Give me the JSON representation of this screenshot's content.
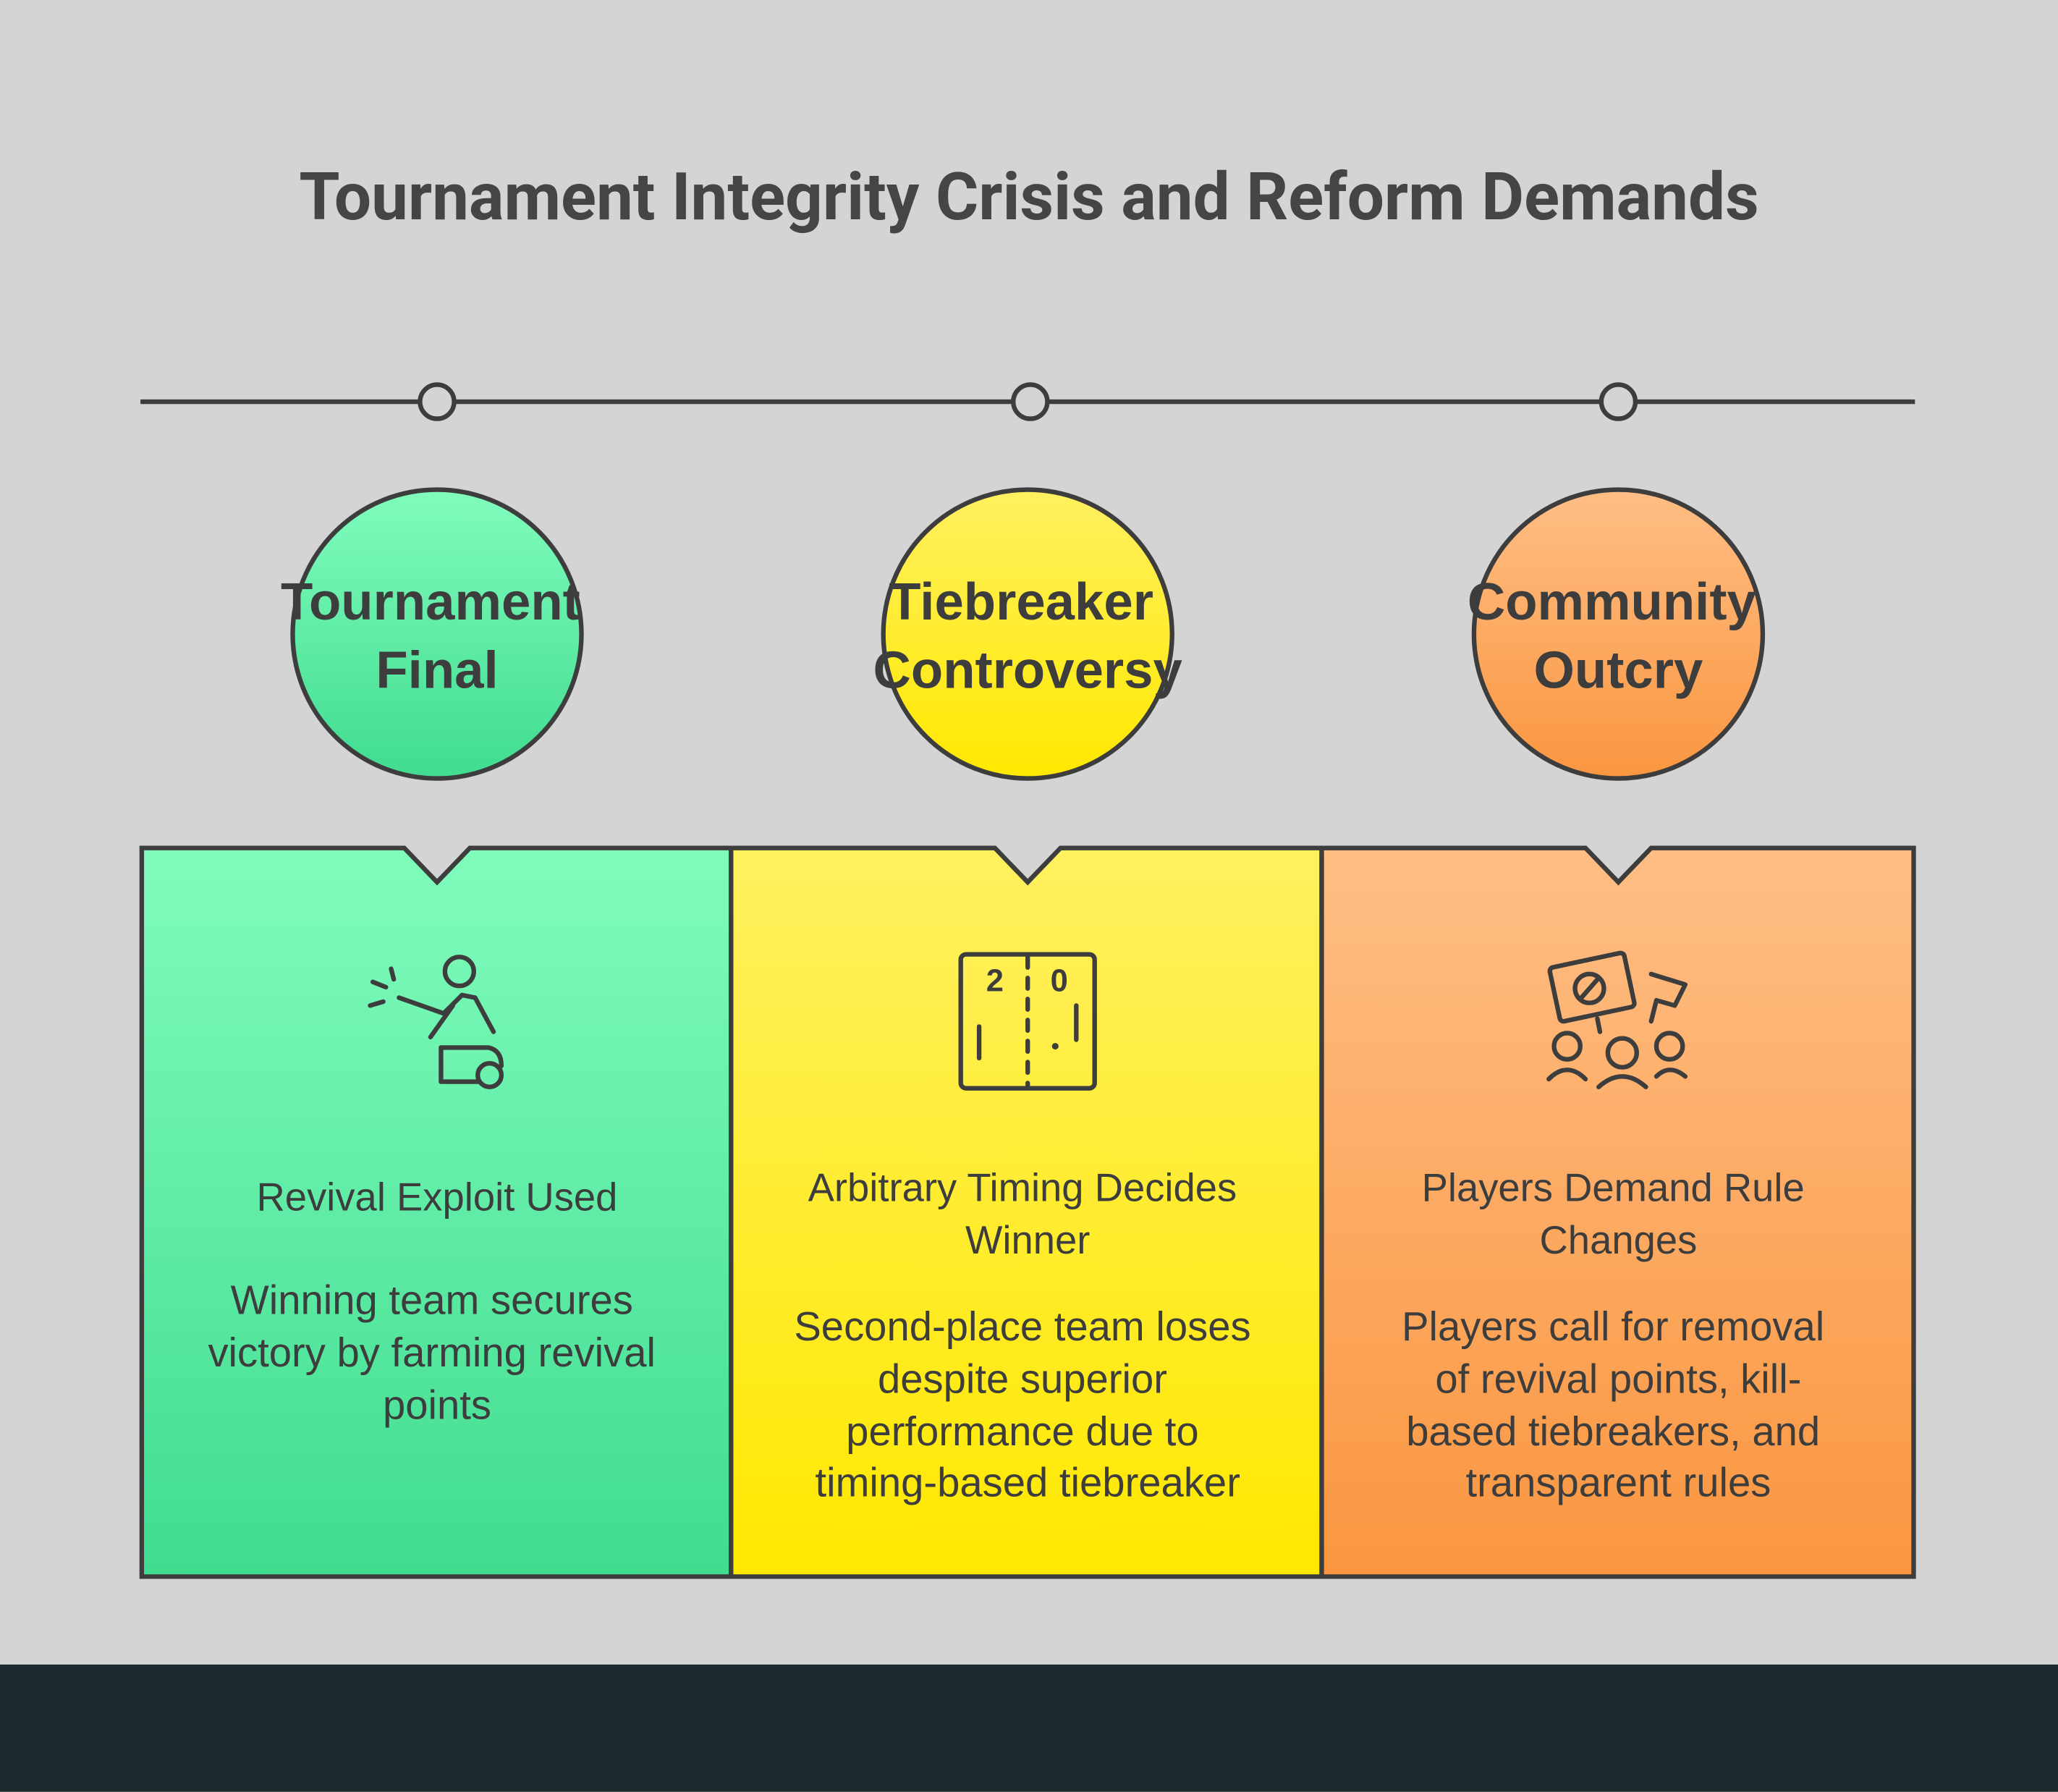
{
  "title": "Tournament Integrity Crisis and Reform Demands",
  "colors": {
    "green_top": "#80fcbc",
    "green_bottom": "#40dc90",
    "yellow_top": "#fff060",
    "yellow_bottom": "#ffe800",
    "orange_top": "#ffbe85",
    "orange_bottom": "#fa9640",
    "stroke": "#3d3d3d",
    "background": "#d4d4d4",
    "footer": "#1a2a2d"
  },
  "stages": [
    {
      "label_lines": [
        "Tournament",
        "Final"
      ],
      "icon": "player-exploit-icon",
      "heading_lines": [
        "Revival Exploit Used"
      ],
      "desc_lines": [
        "Winning team secures",
        "victory by farming revival",
        "points"
      ]
    },
    {
      "label_lines": [
        "Tiebreaker",
        "Controversy"
      ],
      "icon": "scoreboard-icon",
      "score_left": "2",
      "score_right": "0",
      "heading_lines": [
        "Arbitrary Timing Decides",
        "Winner"
      ],
      "desc_lines": [
        "Second-place team loses",
        "despite superior",
        "performance due to",
        "timing-based tiebreaker"
      ]
    },
    {
      "label_lines": [
        "Community",
        "Outcry"
      ],
      "icon": "protest-crowd-icon",
      "heading_lines": [
        "Players Demand Rule",
        "Changes"
      ],
      "desc_lines": [
        "Players call for removal",
        "of revival points, kill-",
        "based tiebreakers, and",
        "transparent rules"
      ]
    }
  ]
}
